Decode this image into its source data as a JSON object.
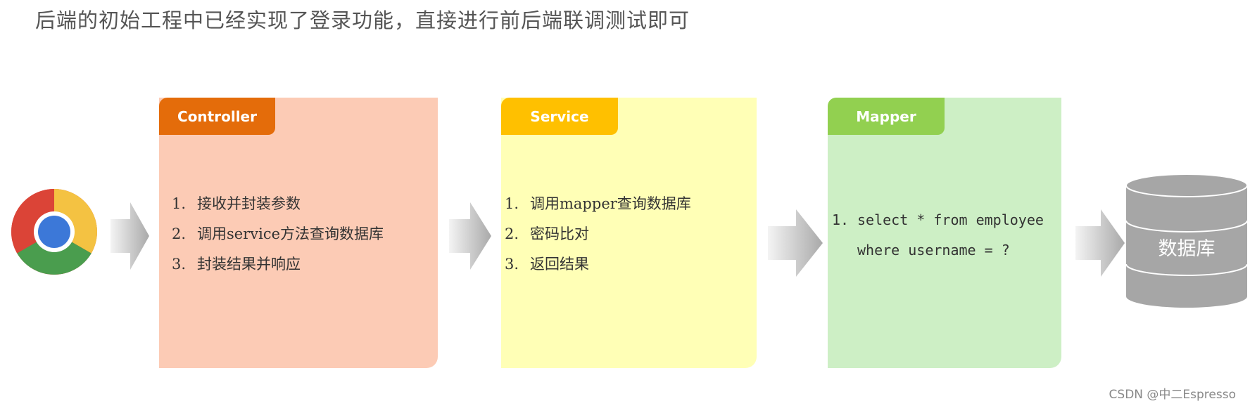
{
  "heading": "后端的初始工程中已经实现了登录功能，直接进行前后端联调测试即可",
  "cards": {
    "controller": {
      "title": "Controller",
      "tab_color": "#E46C0A",
      "bg_color": "#FCCBB5",
      "items": [
        {
          "num": "1.",
          "text": "接收并封装参数"
        },
        {
          "num": "2.",
          "text": "调用service方法查询数据库"
        },
        {
          "num": "3.",
          "text": "封装结果并响应"
        }
      ]
    },
    "service": {
      "title": "Service",
      "tab_color": "#FFC000",
      "bg_color": "#FFFFB6",
      "items": [
        {
          "num": "1.",
          "text": "调用mapper查询数据库"
        },
        {
          "num": "2.",
          "text": "密码比对"
        },
        {
          "num": "3.",
          "text": "返回结果"
        }
      ]
    },
    "mapper": {
      "title": "Mapper",
      "tab_color": "#92D050",
      "bg_color": "#CDEFC5",
      "items": [
        {
          "num": "1.",
          "text": "select * from employee"
        },
        {
          "num": "",
          "text": "where username = ?"
        }
      ]
    }
  },
  "database": {
    "label": "数据库",
    "color": "#A6A6A6"
  },
  "icons": {
    "browser": "chrome-browser-icon",
    "arrow": "right-arrow-icon",
    "database": "database-cylinder-icon"
  },
  "watermark": "CSDN @中二Espresso"
}
